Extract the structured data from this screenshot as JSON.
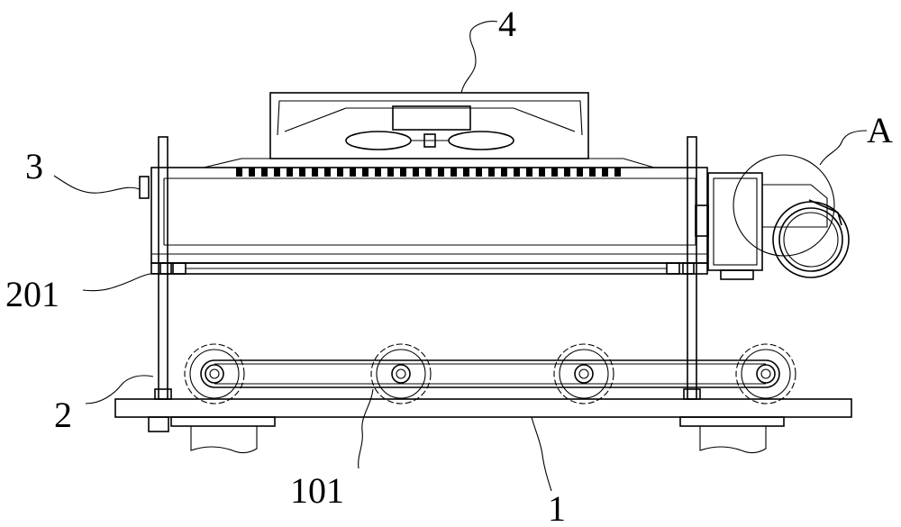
{
  "figure": {
    "labels": {
      "part_4": "4",
      "part_a": "A",
      "part_3": "3",
      "part_201": "201",
      "part_2": "2",
      "part_101": "101",
      "part_1": "1"
    },
    "line_color": "#000000",
    "background": "#ffffff"
  }
}
